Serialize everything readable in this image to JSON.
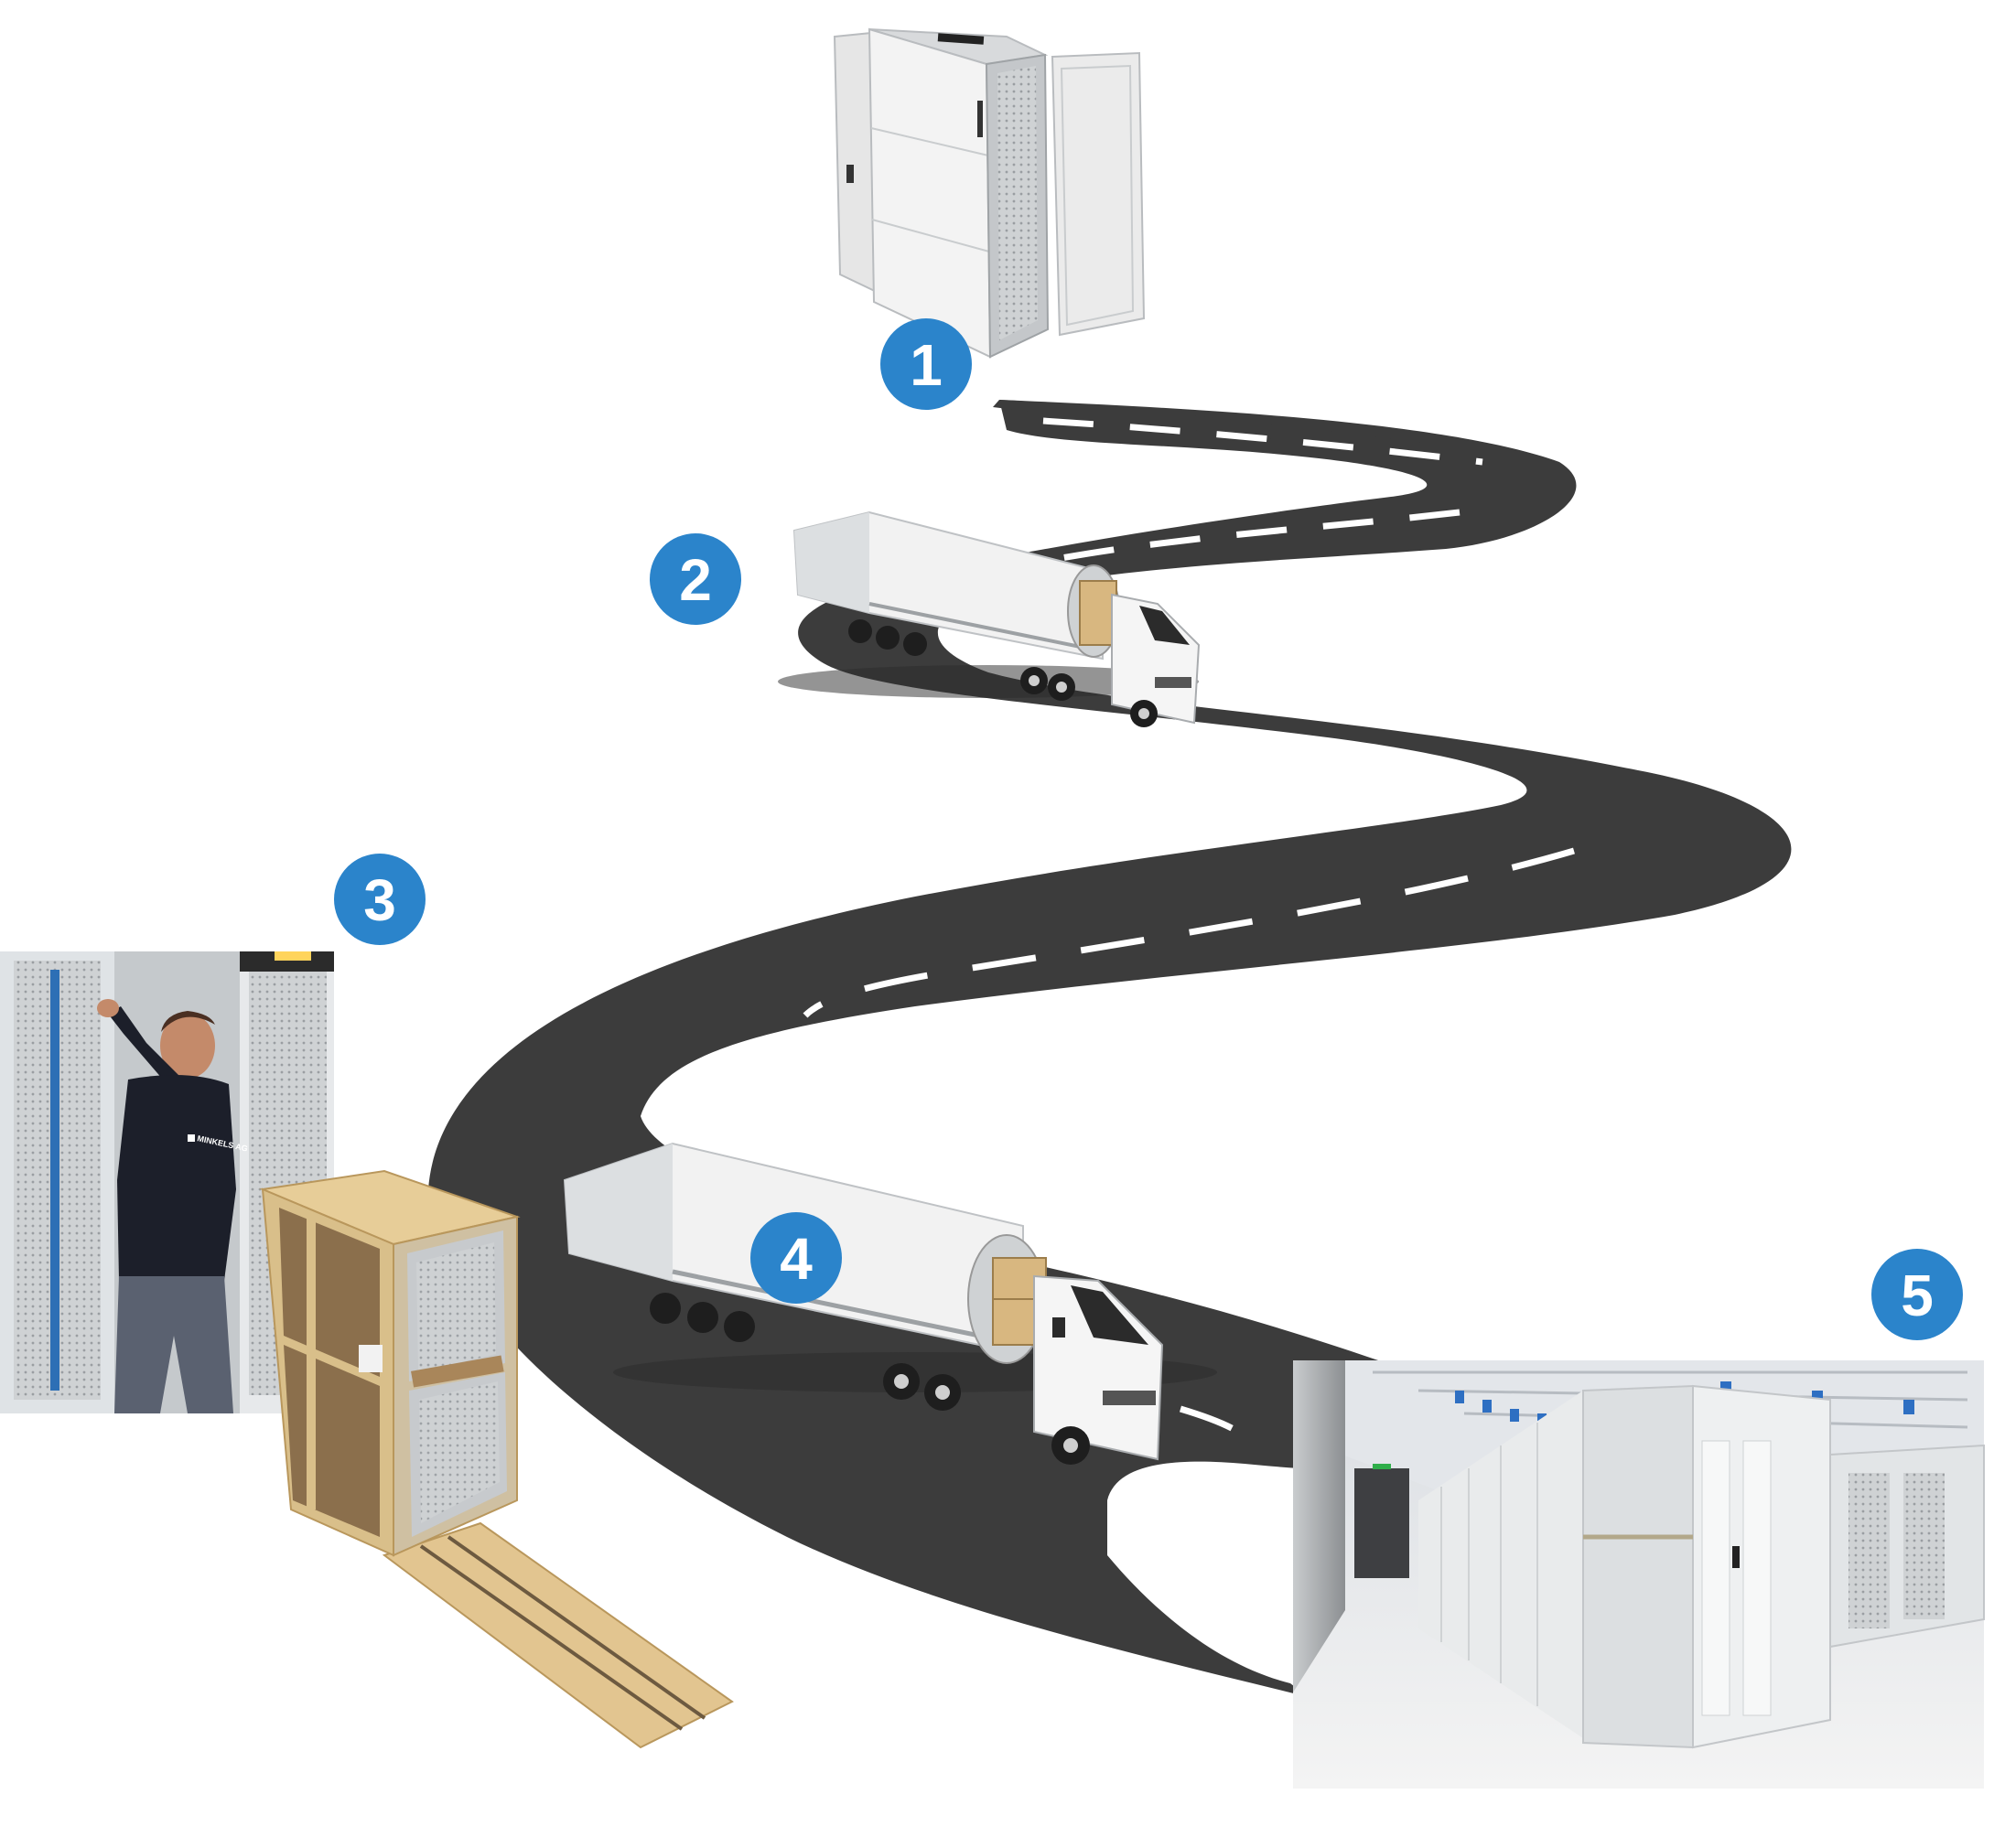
{
  "diagram": {
    "steps": [
      {
        "number": "1",
        "label": ""
      },
      {
        "number": "2",
        "label": ""
      },
      {
        "number": "3",
        "label": ""
      },
      {
        "number": "4",
        "label": ""
      },
      {
        "number": "5",
        "label": ""
      }
    ],
    "shirt_logo_text": "MINKELS AG",
    "colors": {
      "badge": "#2b84cb",
      "road": "#3c3c3c",
      "lane_marking": "#ffffff",
      "crate_wood": "#d9bf8a",
      "cabinet": "#eeeeee"
    },
    "icons": [
      "server-rack-icon",
      "truck-icon",
      "technician-photo",
      "crate-icon",
      "datacenter-photo"
    ]
  }
}
